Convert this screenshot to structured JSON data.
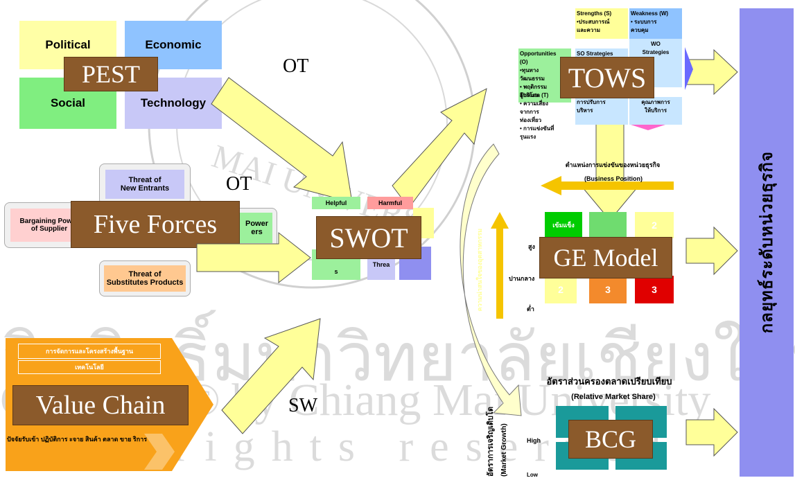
{
  "watermark": {
    "line1": "ลิขสิทธิ์มหาวิทยาลัยเชียงใหม่",
    "line2": "Copyright© by Chiang Mai University",
    "line3": "All rights reserved",
    "seal_text": "MAI UNIVERS"
  },
  "pest": {
    "political": "Political",
    "economic": "Economic",
    "social": "Social",
    "technology": "Technology",
    "label": "PEST"
  },
  "five_forces": {
    "new_entrants": "Threat of\nNew Entrants",
    "bargaining_supplier": "Bargaining Power\nof Supplier",
    "bargaining_buyers": "Power\ners",
    "substitutes": "Threat of\nSubstitutes Products",
    "label": "Five Forces"
  },
  "value_chain": {
    "bar1": "การจัดการและโครงสร้างพื้นฐาน",
    "bar2": "เทคโนโลยี",
    "bottom": "ปัจจัยรับเข้า  ปฏิบัติการ  ะจาย สินค้า  ตลาด ขาย  ริการ",
    "label": "Value Chain"
  },
  "swot": {
    "helpful": "Helpful",
    "harmful": "Harmful",
    "threat": "Threa",
    "s_fragment": "s",
    "label": "SWOT"
  },
  "tows": {
    "strengths": "Strengths (S)\n•ประสบการณ์\nและความ",
    "weakness": "Weakness (W)\n• ระบบการ\nควบคุม",
    "opportunities": "Opportunities\n(O)\n•ทุนทาง\nวัฒนธรรม\n• พฤติกรรม\nผู้บริโภค",
    "threats": "Threats (T)\n• ความเสี่ยง\nจากการ\nท่องเที่ยว\n• การแข่งขันที่\nรุนแรง",
    "so": "SO Strategies",
    "wo": "WO\nStrategies",
    "so2": "การปรับการ\nบริหาร",
    "wo2": "คุณภาพการ\nให้บริการ",
    "label": "TOWS"
  },
  "ge": {
    "title": "ตำแหน่งการแข่งขันของหน่วยธุรกิจ",
    "subtitle": "(Business Position)",
    "high": "สูง",
    "mid": "ปานกลาง",
    "low": "ต่ำ",
    "cell_green": "เข้มแข็ง",
    "cell_2a": "2",
    "cell_2b": "2",
    "cell_3a": "3",
    "cell_3b": "3",
    "label": "GE Model",
    "vertical": "ความน่าสนใจของอุตสาหกรรม"
  },
  "bcg": {
    "title": "อัตราส่วนครองตลาดเปรียบเทียบ",
    "subtitle": "(Relative Market Share)",
    "y_th": "อัตราการเจริญเติบโต",
    "y_en": "(Market Growth)",
    "high": "High",
    "low": "Low",
    "label": "BCG"
  },
  "arrows": {
    "ot1": "OT",
    "ot2": "OT",
    "sw": "SW"
  },
  "sidebar": {
    "text": "กลยุทธ์ระดับหน่วยธุรกิจ"
  },
  "colors": {
    "brown": "#8B5A2B",
    "yellow": "#ffff99",
    "sidebar": "#8f8ff0",
    "orange": "#f9a21a"
  }
}
